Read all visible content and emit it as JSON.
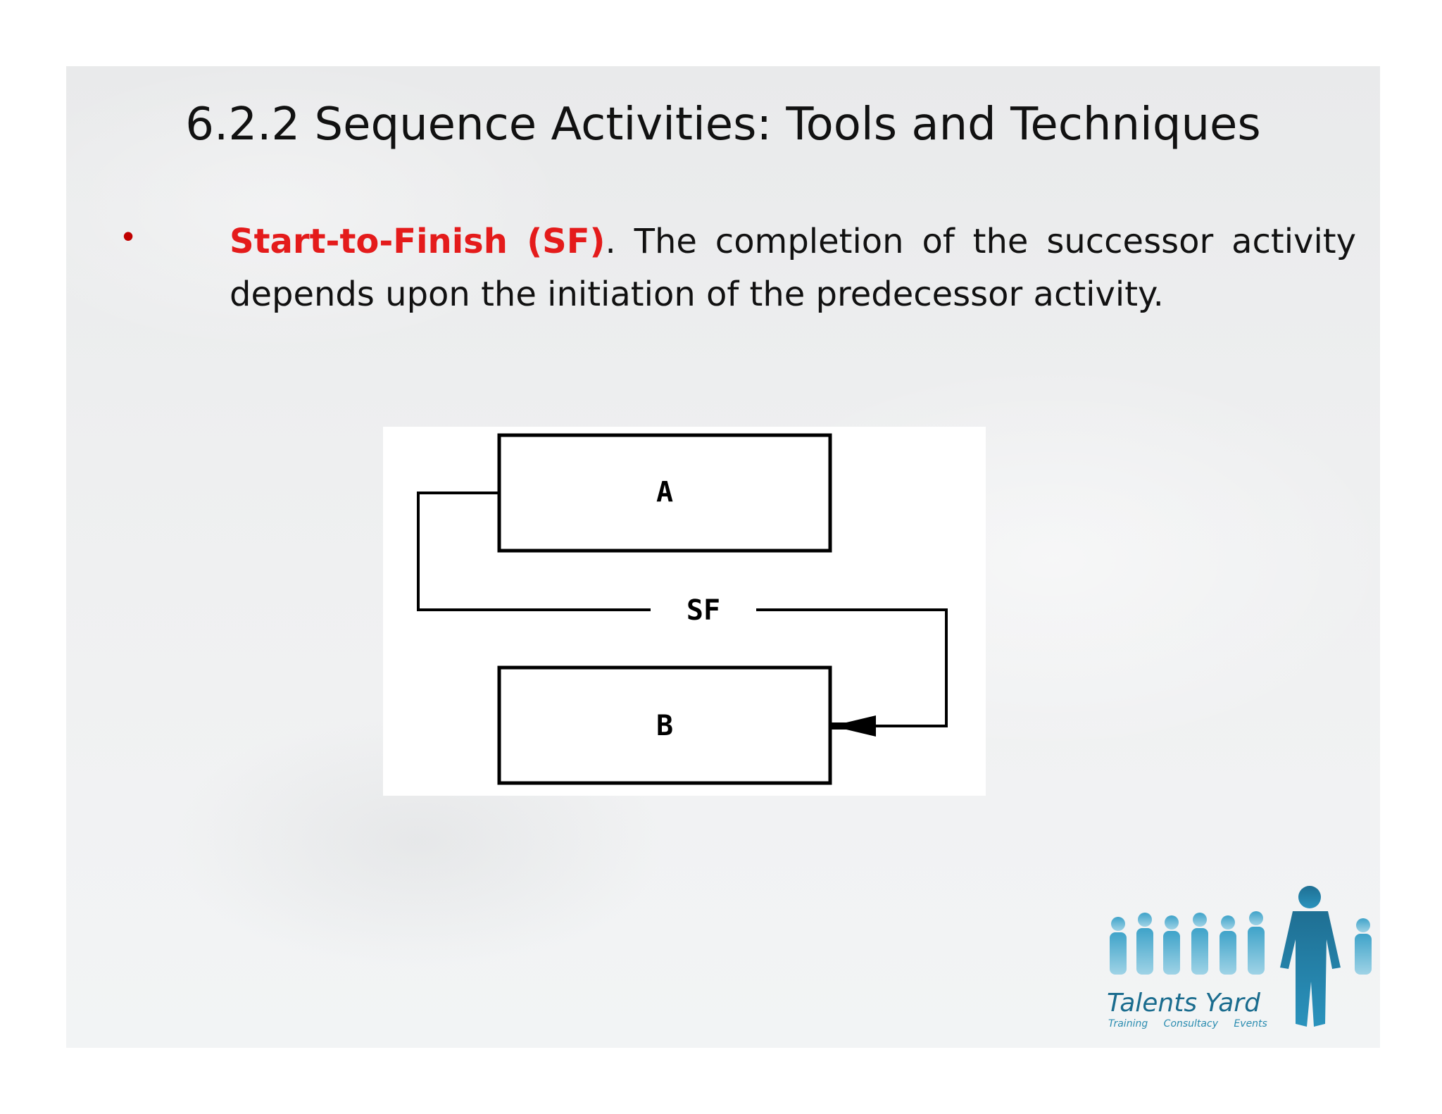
{
  "slide": {
    "title": "6.2.2 Sequence Activities: Tools and Techniques",
    "bullet": {
      "marker": "•",
      "term": "Start-to-Finish (SF)",
      "text": ". The completion of the successor activity depends upon the initiation of the predecessor activity."
    }
  },
  "diagram": {
    "box_a_label": "A",
    "box_b_label": "B",
    "relation_label": "SF"
  },
  "logo": {
    "name": "Talents Yard",
    "tagline": "Training Consultacy Events",
    "icon": "people-silhouettes-icon",
    "color": "#1a6c8e"
  }
}
